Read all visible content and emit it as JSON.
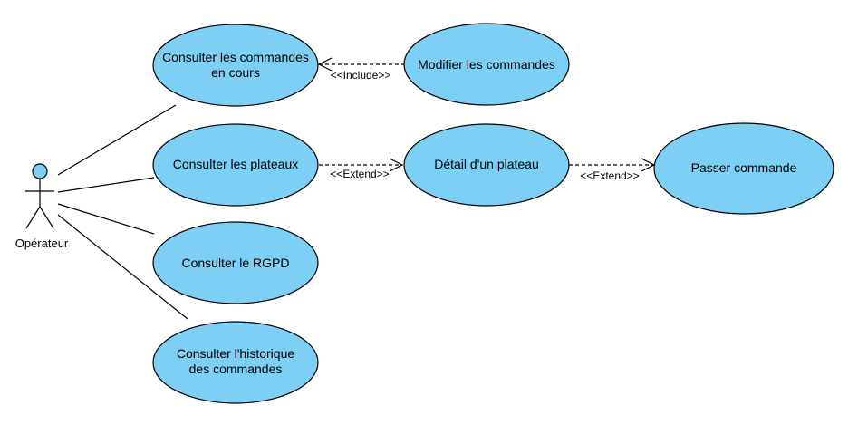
{
  "colors": {
    "usecase_fill": "#7DCFF5",
    "stroke": "#000000",
    "background": "#FFFFFF"
  },
  "actor": {
    "label": "Opérateur",
    "icon": "stick-figure-icon"
  },
  "use_cases": {
    "consulter_commandes": [
      "Consulter les commandes",
      "en cours"
    ],
    "modifier_commandes": [
      "Modifier les commandes"
    ],
    "consulter_plateaux": [
      "Consulter les plateaux"
    ],
    "detail_plateau": [
      "Détail d'un plateau"
    ],
    "passer_commande": [
      "Passer commande"
    ],
    "consulter_rgpd": [
      "Consulter le RGPD"
    ],
    "consulter_historique": [
      "Consulter l'historique",
      "des commandes"
    ]
  },
  "relations": {
    "include_label": "<<Include>>",
    "extend_label_1": "<<Extend>>",
    "extend_label_2": "<<Extend>>"
  }
}
